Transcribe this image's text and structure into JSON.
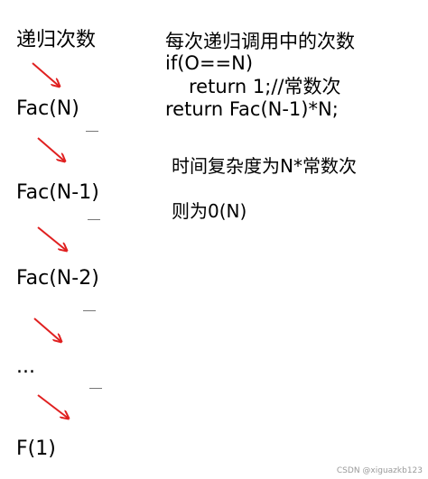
{
  "left_column": {
    "header": "递归次数",
    "levels": [
      "Fac(N)",
      "Fac(N-1)",
      "Fac(N-2)",
      "...",
      "F(1)"
    ]
  },
  "code": {
    "comment": "每次递归调用中的次数",
    "line1": "if(O==N)",
    "line2": "return 1;//常数次",
    "line3": "return Fac(N-1)*N;"
  },
  "analysis": {
    "line1": "时间复杂度为N*常数次",
    "line2": "则为0(N)"
  },
  "watermark": "CSDN @xiguazkb123",
  "colors": {
    "arrow": "#e02020",
    "dash": "#777777"
  }
}
